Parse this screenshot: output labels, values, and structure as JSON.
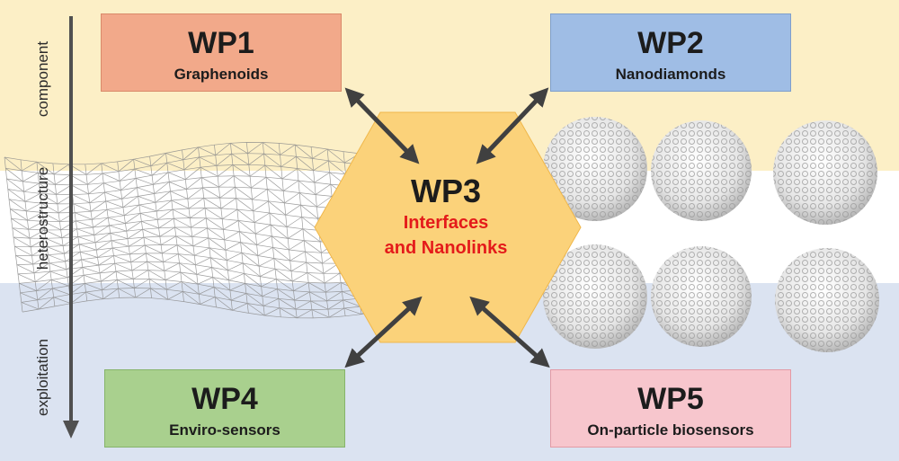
{
  "side_labels": {
    "component": "component",
    "heterostructure": "heterostructure",
    "exploitation": "exploitation"
  },
  "work_packages": {
    "wp1": {
      "title": "WP1",
      "subtitle": "Graphenoids",
      "color": "#f2a98a"
    },
    "wp2": {
      "title": "WP2",
      "subtitle": "Nanodiamonds",
      "color": "#9fbde5"
    },
    "wp3": {
      "title": "WP3",
      "subtitle_line1": "Interfaces",
      "subtitle_line2": "and Nanolinks",
      "color": "#fbd27a",
      "subtitle_color": "#e41a1a"
    },
    "wp4": {
      "title": "WP4",
      "subtitle": "Enviro-sensors",
      "color": "#a9d08e"
    },
    "wp5": {
      "title": "WP5",
      "subtitle": "On-particle biosensors",
      "color": "#f7c6cd"
    }
  },
  "icons": {
    "graphene": "graphene-sheet-icon",
    "nanodiamond": "nanodiamond-cluster-icon",
    "arrow": "double-headed-arrow-icon"
  },
  "colors": {
    "band_top": "#fcefc6",
    "band_bottom": "#dbe3f1",
    "arrow": "#404040"
  }
}
